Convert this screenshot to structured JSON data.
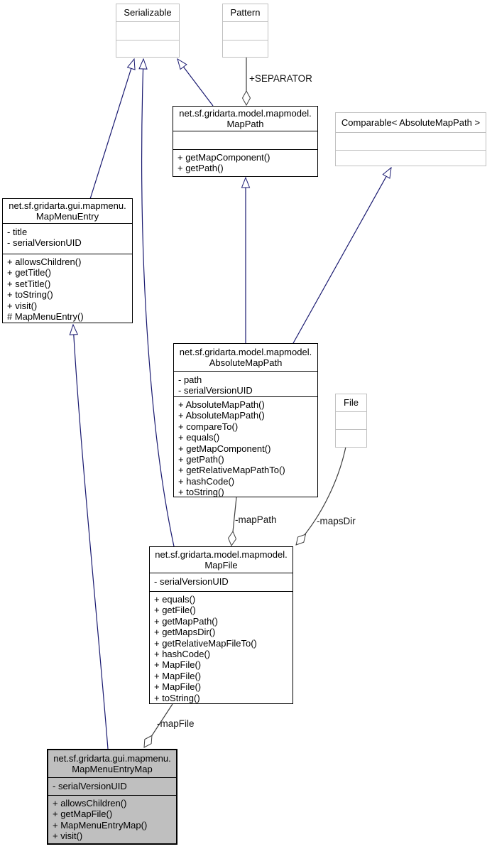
{
  "classes": {
    "serializable": {
      "title_lines": [
        "Serializable"
      ],
      "attributes": [],
      "methods": []
    },
    "pattern": {
      "title_lines": [
        "Pattern"
      ],
      "attributes": [],
      "methods": []
    },
    "mappath": {
      "title_lines": [
        "net.sf.gridarta.model.mapmodel.",
        "MapPath"
      ],
      "attributes": [],
      "methods": [
        "+ getMapComponent()",
        "+ getPath()"
      ]
    },
    "comparable": {
      "title_lines": [
        "Comparable< AbsoluteMapPath >"
      ],
      "attributes": [],
      "methods": []
    },
    "mapmenuentry": {
      "title_lines": [
        "net.sf.gridarta.gui.mapmenu.",
        "MapMenuEntry"
      ],
      "attributes": [
        "- title",
        "- serialVersionUID"
      ],
      "methods": [
        "+ allowsChildren()",
        "+ getTitle()",
        "+ setTitle()",
        "+ toString()",
        "+ visit()",
        "# MapMenuEntry()"
      ]
    },
    "absolutemappath": {
      "title_lines": [
        "net.sf.gridarta.model.mapmodel.",
        "AbsoluteMapPath"
      ],
      "attributes": [
        "- path",
        "- serialVersionUID"
      ],
      "methods": [
        "+ AbsoluteMapPath()",
        "+ AbsoluteMapPath()",
        "+ compareTo()",
        "+ equals()",
        "+ getMapComponent()",
        "+ getPath()",
        "+ getRelativeMapPathTo()",
        "+ hashCode()",
        "+ toString()"
      ]
    },
    "file": {
      "title_lines": [
        "File"
      ],
      "attributes": [],
      "methods": []
    },
    "mapfile": {
      "title_lines": [
        "net.sf.gridarta.model.mapmodel.",
        "MapFile"
      ],
      "attributes": [
        "- serialVersionUID"
      ],
      "methods": [
        "+ equals()",
        "+ getFile()",
        "+ getMapPath()",
        "+ getMapsDir()",
        "+ getRelativeMapFileTo()",
        "+ hashCode()",
        "+ MapFile()",
        "+ MapFile()",
        "+ MapFile()",
        "+ toString()"
      ]
    },
    "mapmenuentrymap": {
      "title_lines": [
        "net.sf.gridarta.gui.mapmenu.",
        "MapMenuEntryMap"
      ],
      "attributes": [
        "- serialVersionUID"
      ],
      "methods": [
        "+ allowsChildren()",
        "+ getMapFile()",
        "+ MapMenuEntryMap()",
        "+ visit()"
      ]
    }
  },
  "edge_labels": {
    "separator": "+SEPARATOR",
    "map_path": "-mapPath",
    "maps_dir": "-mapsDir",
    "map_file": "-mapFile"
  },
  "colors": {
    "inheritance": "#191970",
    "aggregation": "#3d3d3d",
    "external_border": "#c0c0c0",
    "class_border": "#000000",
    "selected_fill": "#bfbfbf",
    "background": "#ffffff"
  }
}
